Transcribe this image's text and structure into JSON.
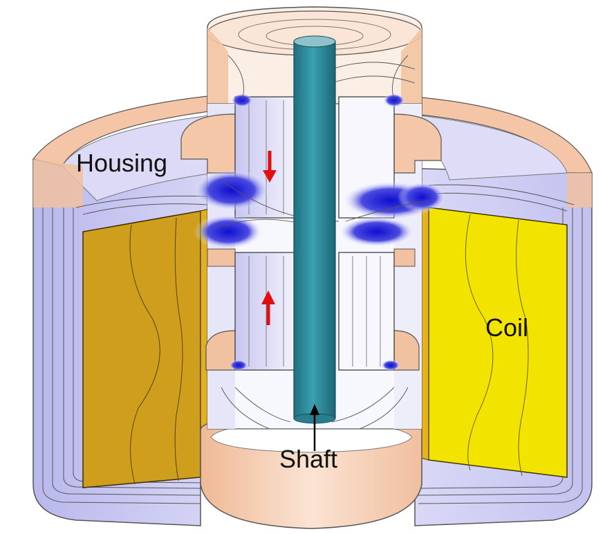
{
  "labels": {
    "housing": "Housing",
    "coil": "Coil",
    "shaft": "Shaft"
  },
  "colors": {
    "housing_peach": "#f2c3a0",
    "housing_lavender": "#c9c8ef",
    "field_blue": "#1a1ad6",
    "coil_left": "#cf9e1c",
    "coil_right": "#f2e200",
    "shaft_teal": "#2f8a9a",
    "arrow_red": "#e01010"
  },
  "magnets": [
    {
      "name": "upper-magnet",
      "direction": "down"
    },
    {
      "name": "lower-magnet",
      "direction": "up"
    }
  ]
}
